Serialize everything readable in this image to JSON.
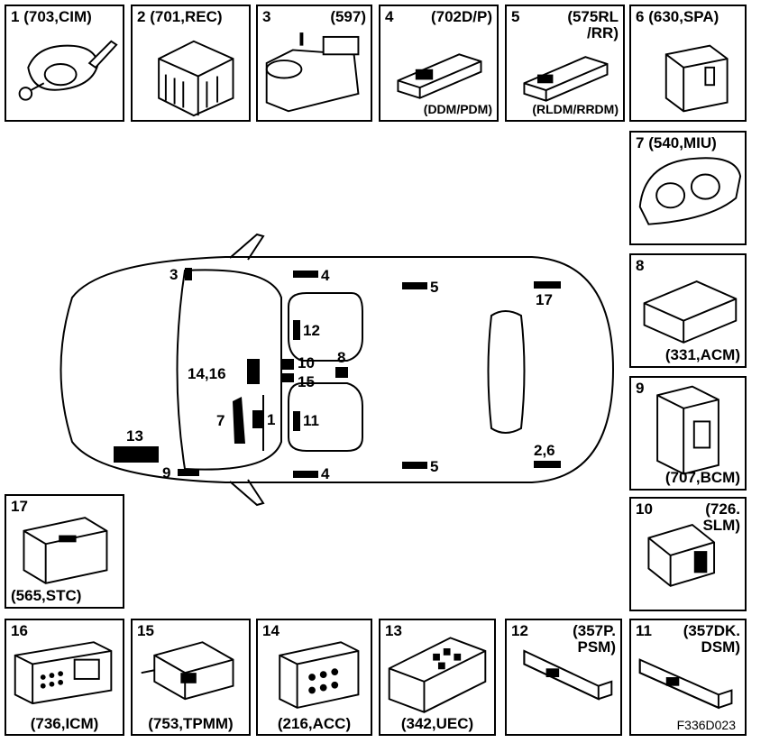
{
  "modules": [
    {
      "id": "box1",
      "num": "1",
      "code": "(703,CIM)"
    },
    {
      "id": "box2",
      "num": "2",
      "code": "(701,REC)"
    },
    {
      "id": "box3",
      "num": "3",
      "code": "(597)"
    },
    {
      "id": "box4",
      "num": "4",
      "code": "(702D/P)",
      "sub": "(DDM/PDM)"
    },
    {
      "id": "box5",
      "num": "5",
      "code": "(575RL",
      "code2": "/RR)",
      "sub": "(RLDM/RRDM)"
    },
    {
      "id": "box6",
      "num": "6",
      "code": "(630,SPA)"
    },
    {
      "id": "box7",
      "num": "7",
      "code": "(540,MIU)"
    },
    {
      "id": "box8",
      "num": "8",
      "code": "(331,ACM)"
    },
    {
      "id": "box9",
      "num": "9",
      "code": "(707,BCM)"
    },
    {
      "id": "box10",
      "num": "10",
      "code": "(726.",
      "code2": "SLM)"
    },
    {
      "id": "box11",
      "num": "11",
      "code": "(357DK.",
      "code2": "DSM)"
    },
    {
      "id": "box12",
      "num": "12",
      "code": "(357P.",
      "code2": "PSM)"
    },
    {
      "id": "box13",
      "num": "13",
      "code": "(342,UEC)"
    },
    {
      "id": "box14",
      "num": "14",
      "code": "(216,ACC)"
    },
    {
      "id": "box15",
      "num": "15",
      "code": "(753,TPMM)"
    },
    {
      "id": "box16",
      "num": "16",
      "code": "(736,ICM)"
    },
    {
      "id": "box17",
      "num": "17",
      "code": "(565,STC)"
    }
  ],
  "callouts": {
    "c3": "3",
    "c4a": "4",
    "c4b": "4",
    "c5a": "5",
    "c5b": "5",
    "c17": "17",
    "c12": "12",
    "c10": "10",
    "c8": "8",
    "c15": "15",
    "c1416": "14,16",
    "c7": "7",
    "c1": "1",
    "c11": "11",
    "c13": "13",
    "c9": "9",
    "c26": "2,6"
  },
  "figure_id": "F336D023"
}
